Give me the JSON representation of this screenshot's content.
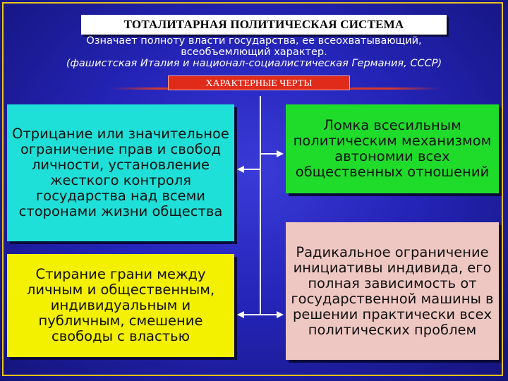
{
  "header": {
    "title": "ТОТАЛИТАРНАЯ ПОЛИТИЧЕСКАЯ СИСТЕМА",
    "definition_line1": "Означает полноту власти государства, ее всеохватывающий,",
    "definition_line2": "всеобъемлющий характер.",
    "examples": "(фашистская Италия и национал-социалистическая Германия, СССР)"
  },
  "section_label": "ХАРАКТЕРНЫЕ ЧЕРТЫ",
  "features": {
    "left_top": "Отрицание или значительное ограничение прав и свобод личности, установление жесткого контроля государства над всеми сторонами жизни общества",
    "left_bottom": "Стирание грани между личным и общественным, индивидуальным и публичным, смешение свободы с властью",
    "right_top": "Ломка всесильным политическим механизмом автономии всех общественных отношений",
    "right_bottom": "Радикальное ограничение инициативы индивида, его полная зависимость от государственной машины в решении практически всех политических проблем"
  },
  "colors": {
    "background": "#2424b8",
    "frame": "#e8c21a",
    "label": "#e02a1a",
    "cyan": "#1fe0d8",
    "yellow": "#f3f000",
    "green": "#1fdc2a",
    "pink": "#efc7c2"
  }
}
